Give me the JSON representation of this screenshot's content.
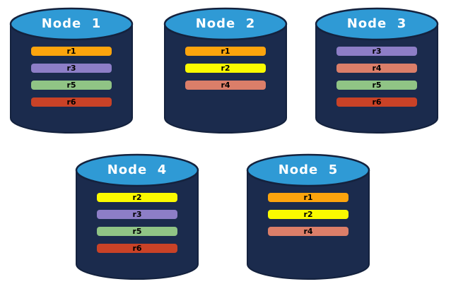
{
  "diagram_title": "",
  "colors": {
    "page_bg": "#ffffff",
    "body_navy": "#1b2b4d",
    "outline_navy": "#14223e",
    "ellipse_blue": "#2f9ad5",
    "label_text": "#ffffff",
    "bar_text": "#000000"
  },
  "replica_colors": {
    "r1": "#FCA40D",
    "r2": "#FAFA00",
    "r3": "#8D7EC7",
    "r4": "#DB7E69",
    "r5": "#90C485",
    "r6": "#C94227"
  },
  "nodes": [
    {
      "label": "Node  1",
      "replicas": [
        "r1",
        "r3",
        "r5",
        "r6"
      ]
    },
    {
      "label": "Node  2",
      "replicas": [
        "r1",
        "r2",
        "r4"
      ]
    },
    {
      "label": "Node  3",
      "replicas": [
        "r3",
        "r4",
        "r5",
        "r6"
      ]
    },
    {
      "label": "Node  4",
      "replicas": [
        "r2",
        "r3",
        "r5",
        "r6"
      ]
    },
    {
      "label": "Node  5",
      "replicas": [
        "r1",
        "r2",
        "r4"
      ]
    }
  ]
}
